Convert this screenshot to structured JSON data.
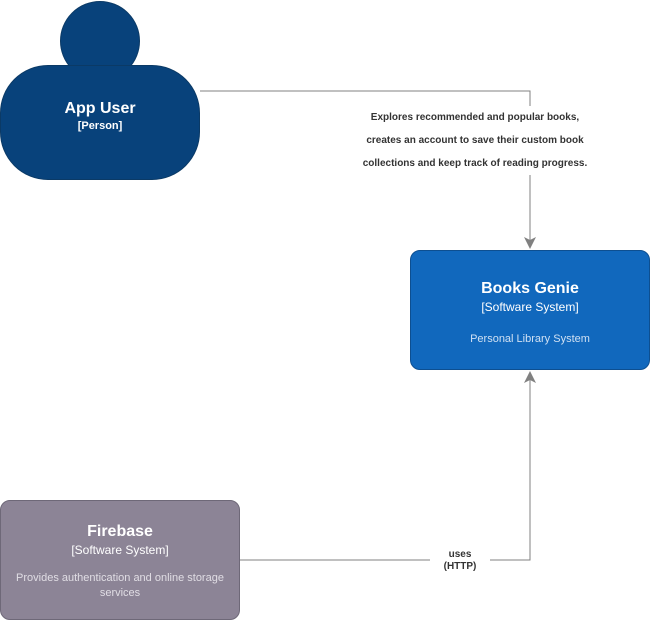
{
  "colors": {
    "person": "#08427b",
    "system_internal": "#1168bd",
    "system_external": "#8c8496",
    "connector": "#808080"
  },
  "person": {
    "name": "App User",
    "kind": "[Person]"
  },
  "books_genie": {
    "name": "Books Genie",
    "kind": "[Software System]",
    "description": "Personal Library System"
  },
  "firebase": {
    "name": "Firebase",
    "kind": "[Software System]",
    "description": "Provides authentication and online storage services"
  },
  "relationships": {
    "user_to_books": {
      "line1": "Explores recommended and popular books,",
      "line2": "creates an account to save their custom book",
      "line3": "collections and keep track of reading progress."
    },
    "firebase_to_books": {
      "label": "uses",
      "technology": "(HTTP)"
    }
  }
}
